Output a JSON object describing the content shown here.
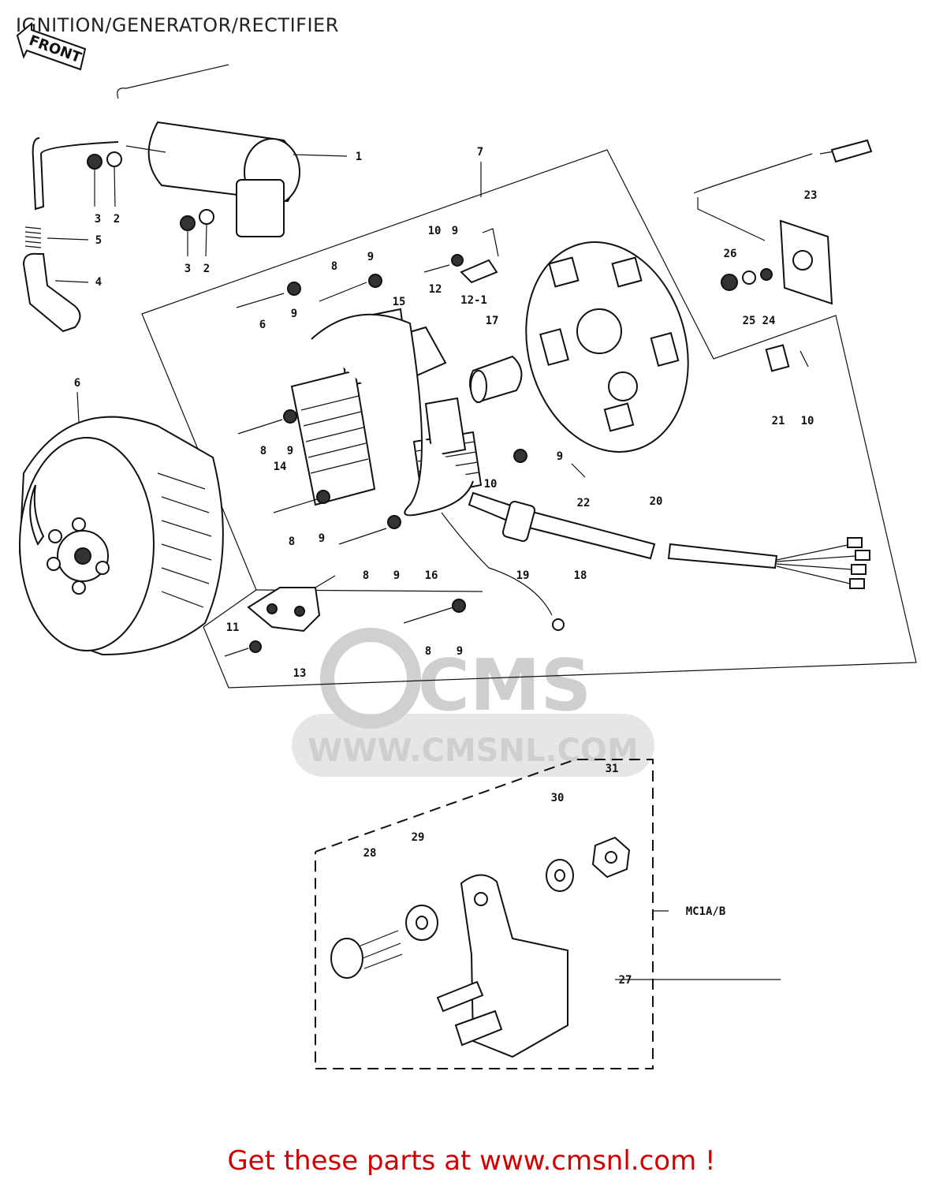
{
  "title": "IGNITION/GENERATOR/RECTIFIER",
  "front_arrow_label": "FRONT",
  "watermark": {
    "logo_text": "CMS",
    "site_text": "WWW.CMSNL.COM"
  },
  "model_bracket_label": "MC1A/B",
  "footer_link": "Get these parts at www.cmsnl.com !",
  "callouts": [
    {
      "id": "c1",
      "label": "1"
    },
    {
      "id": "c2a",
      "label": "2"
    },
    {
      "id": "c2b",
      "label": "2"
    },
    {
      "id": "c3a",
      "label": "3"
    },
    {
      "id": "c3b",
      "label": "3"
    },
    {
      "id": "c4",
      "label": "4"
    },
    {
      "id": "c5",
      "label": "5"
    },
    {
      "id": "c6a",
      "label": "6"
    },
    {
      "id": "c6b",
      "label": "6"
    },
    {
      "id": "c7",
      "label": "7"
    },
    {
      "id": "c8a",
      "label": "8"
    },
    {
      "id": "c8b",
      "label": "8"
    },
    {
      "id": "c8c",
      "label": "8"
    },
    {
      "id": "c8d",
      "label": "8"
    },
    {
      "id": "c8e",
      "label": "8"
    },
    {
      "id": "c9a",
      "label": "9"
    },
    {
      "id": "c9b",
      "label": "9"
    },
    {
      "id": "c9c",
      "label": "9"
    },
    {
      "id": "c9d",
      "label": "9"
    },
    {
      "id": "c9e",
      "label": "9"
    },
    {
      "id": "c9f",
      "label": "9"
    },
    {
      "id": "c9g",
      "label": "9"
    },
    {
      "id": "c9h",
      "label": "9"
    },
    {
      "id": "c10a",
      "label": "10"
    },
    {
      "id": "c10b",
      "label": "10"
    },
    {
      "id": "c10c",
      "label": "10"
    },
    {
      "id": "c11",
      "label": "11"
    },
    {
      "id": "c12",
      "label": "12"
    },
    {
      "id": "c121",
      "label": "12-1"
    },
    {
      "id": "c13",
      "label": "13"
    },
    {
      "id": "c14",
      "label": "14"
    },
    {
      "id": "c15",
      "label": "15"
    },
    {
      "id": "c16",
      "label": "16"
    },
    {
      "id": "c17",
      "label": "17"
    },
    {
      "id": "c18",
      "label": "18"
    },
    {
      "id": "c19",
      "label": "19"
    },
    {
      "id": "c20",
      "label": "20"
    },
    {
      "id": "c21",
      "label": "21"
    },
    {
      "id": "c22",
      "label": "22"
    },
    {
      "id": "c23",
      "label": "23"
    },
    {
      "id": "c24",
      "label": "24"
    },
    {
      "id": "c25",
      "label": "25"
    },
    {
      "id": "c26",
      "label": "26"
    },
    {
      "id": "c27",
      "label": "27"
    },
    {
      "id": "c28",
      "label": "28"
    },
    {
      "id": "c29",
      "label": "29"
    },
    {
      "id": "c30",
      "label": "30"
    },
    {
      "id": "c31",
      "label": "31"
    }
  ]
}
